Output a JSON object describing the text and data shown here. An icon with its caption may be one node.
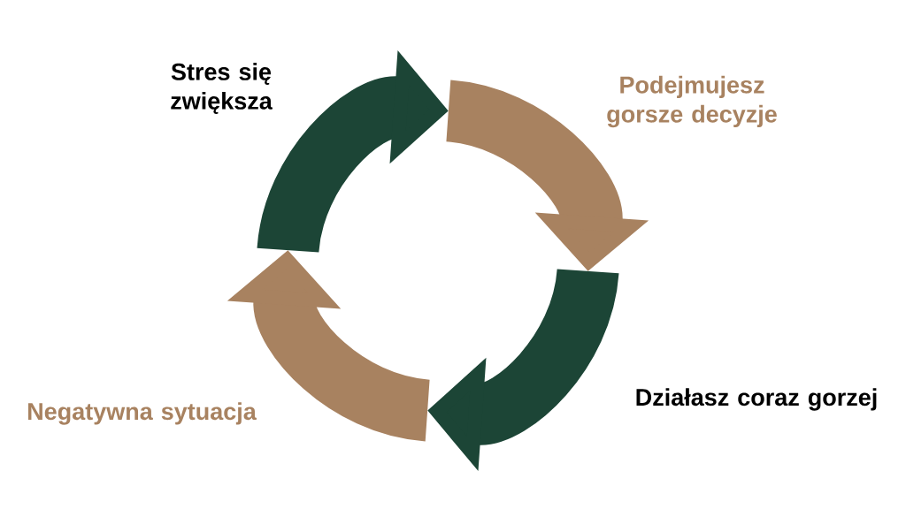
{
  "diagram": {
    "labels": [
      "Stres się zwiększa",
      "Podejmujesz gorsze decyzje",
      "Działasz coraz gorzej",
      "Negatywna sytuacja"
    ]
  }
}
